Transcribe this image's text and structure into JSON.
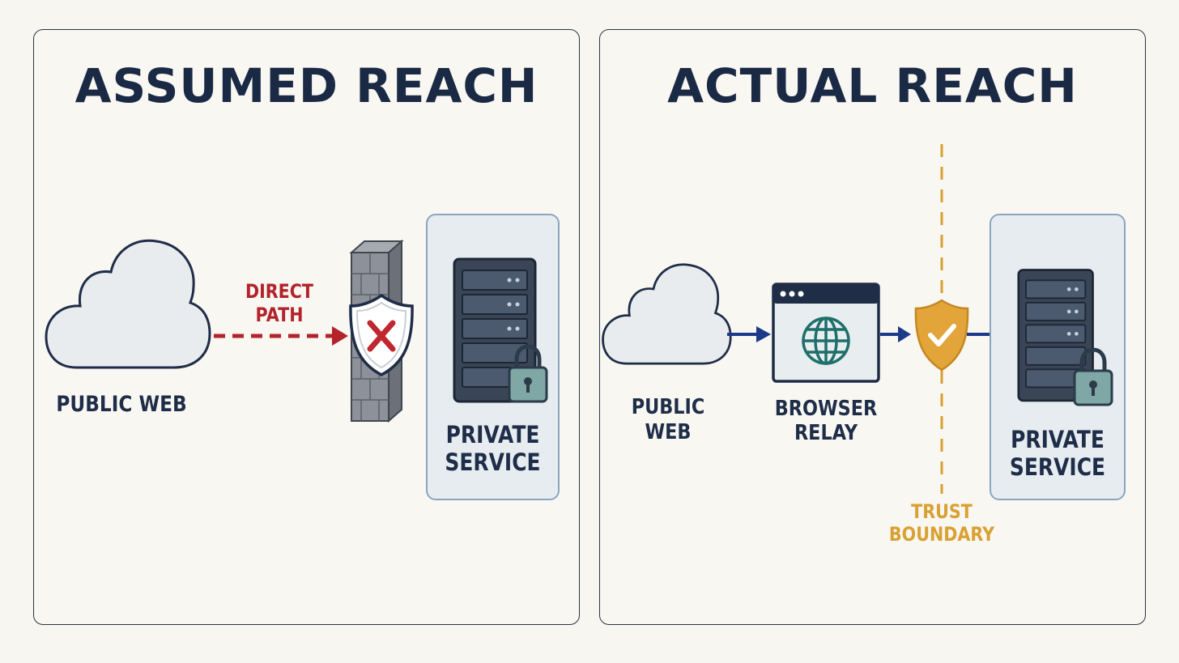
{
  "left_panel": {
    "title": "ASSUMED REACH",
    "source_label": "PUBLIC WEB",
    "arrow_label": "DIRECT PATH",
    "target_label_line1": "PRIVATE",
    "target_label_line2": "SERVICE"
  },
  "right_panel": {
    "title": "ACTUAL REACH",
    "source_label": "PUBLIC WEB",
    "relay_label_line1": "BROWSER",
    "relay_label_line2": "RELAY",
    "boundary_label_line1": "TRUST",
    "boundary_label_line2": "BOUNDARY",
    "target_label_line1": "PRIVATE",
    "target_label_line2": "SERVICE"
  },
  "colors": {
    "navy": "#1a2a44",
    "blocked_red": "#b3232b",
    "arrow_blue": "#1b3a8a",
    "boundary_gold": "#d9a032",
    "lock_teal": "#7ea7a5"
  },
  "icons": [
    "cloud-icon",
    "firewall-wall-icon",
    "shield-x-icon",
    "server-icon",
    "lock-icon",
    "browser-window-icon",
    "globe-icon",
    "shield-check-icon"
  ]
}
